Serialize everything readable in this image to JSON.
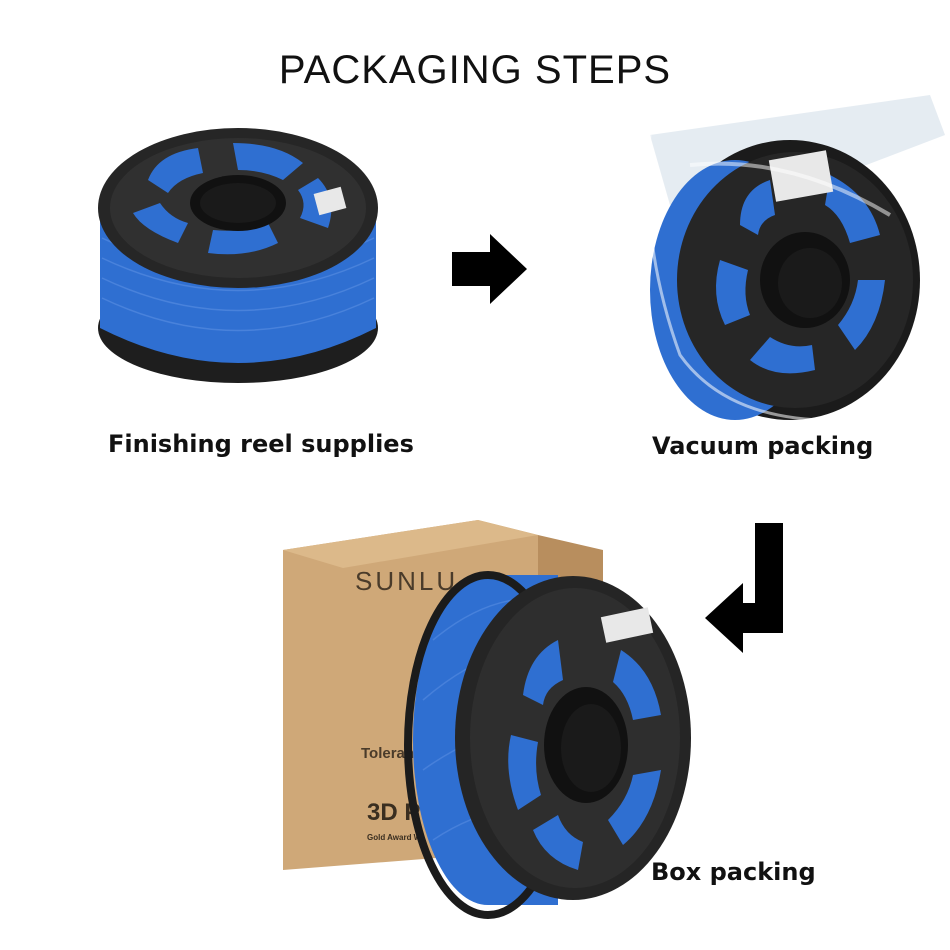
{
  "title": "PACKAGING STEPS",
  "steps": [
    {
      "caption": "Finishing reel supplies",
      "icon": "filament-spool-icon"
    },
    {
      "caption": "Vacuum packing",
      "icon": "vacuum-bagged-spool-icon"
    },
    {
      "caption": "Box packing",
      "icon": "boxed-spool-icon"
    }
  ],
  "box": {
    "brand": "SUNLU",
    "tolerance_text": "Tolerance",
    "model_text": "3D P",
    "award_text": "Gold Award Wi"
  },
  "colors": {
    "filament": "#2f6fd1",
    "spool": "#2b2b2b",
    "box": "#cfa878",
    "arrow": "#000000"
  }
}
